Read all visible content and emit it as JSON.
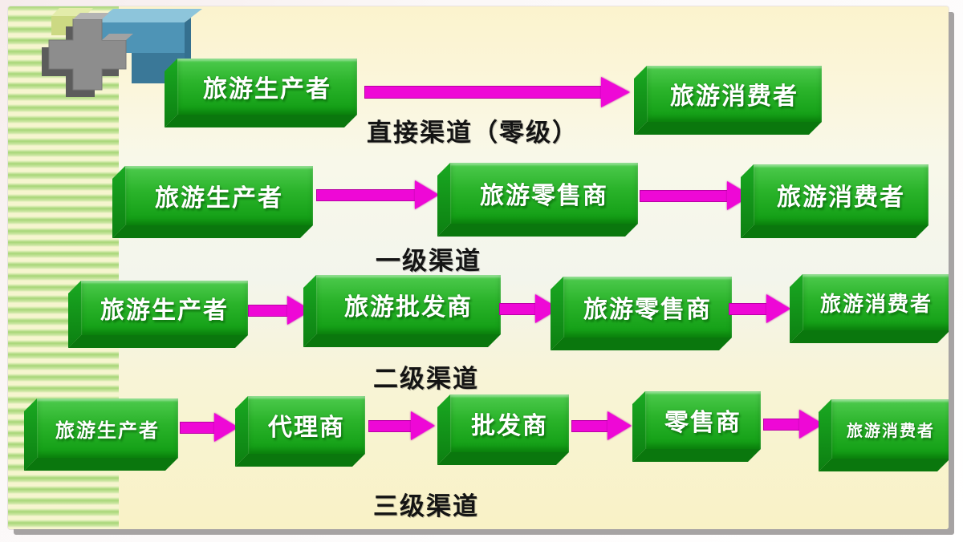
{
  "slide": {
    "title_note": "tourism distribution channels diagram",
    "colors": {
      "box_green_top": "#4ecb4e",
      "box_green_bottom": "#0f9b12",
      "box_side_green": "#0c7f11",
      "arrow_magenta": "#ee08d6",
      "label_black": "#141414",
      "background_cream": "#fbf3cd",
      "stripe_green": "#a7d678",
      "frame_gray": "#a6a3a3"
    },
    "decoration": {
      "blocks": [
        "yellow-green-block",
        "teal-step-block",
        "gray-plus-block"
      ]
    },
    "rows": [
      {
        "label": "直接渠道（零级）",
        "nodes": [
          "旅游生产者",
          "旅游消费者"
        ]
      },
      {
        "label": "一级渠道",
        "nodes": [
          "旅游生产者",
          "旅游零售商",
          "旅游消费者"
        ]
      },
      {
        "label": "二级渠道",
        "nodes": [
          "旅游生产者",
          "旅游批发商",
          "旅游零售商",
          "旅游消费者"
        ]
      },
      {
        "label": "三级渠道",
        "nodes": [
          "旅游生产者",
          "代理商",
          "批发商",
          "零售商",
          "旅游消费者"
        ]
      }
    ]
  }
}
